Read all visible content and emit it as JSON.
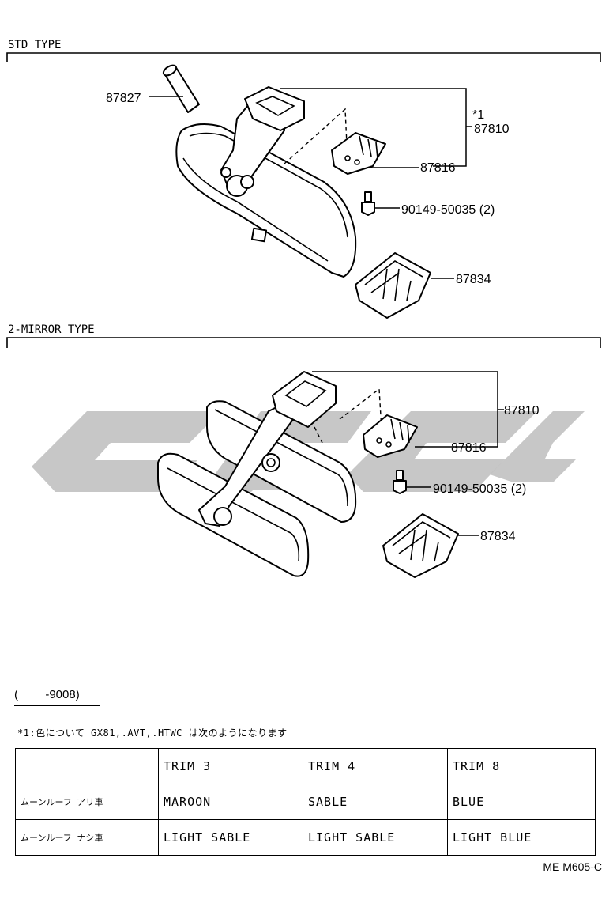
{
  "sections": {
    "std_title": "STD TYPE",
    "two_mirror_title": "2-MIRROR TYPE"
  },
  "std_labels": {
    "p87827": "87827",
    "star": "*1",
    "p87810": "87810",
    "p87816": "87816",
    "bolt": "90149-50035 (2)",
    "p87834": "87834"
  },
  "two_mirror_labels": {
    "p87810": "87810",
    "p87816": "87816",
    "bolt": "90149-50035 (2)",
    "p87834": "87834"
  },
  "notes": {
    "range_open": "(",
    "range_end": "-9008)",
    "star_note": "*1:色について GX81,.AVT,.HTWC は次のようになります"
  },
  "trim_table": {
    "headers": [
      "",
      "TRIM 3",
      "TRIM 4",
      "TRIM 8"
    ],
    "rows": [
      {
        "label": "ムーンルーフ アリ車",
        "cells": [
          "MAROON",
          "SABLE",
          "BLUE"
        ]
      },
      {
        "label": "ムーンルーフ ナシ車",
        "cells": [
          "LIGHT SABLE",
          "LIGHT SABLE",
          "LIGHT BLUE"
        ]
      }
    ]
  },
  "diagram_code": "ME M605-C"
}
